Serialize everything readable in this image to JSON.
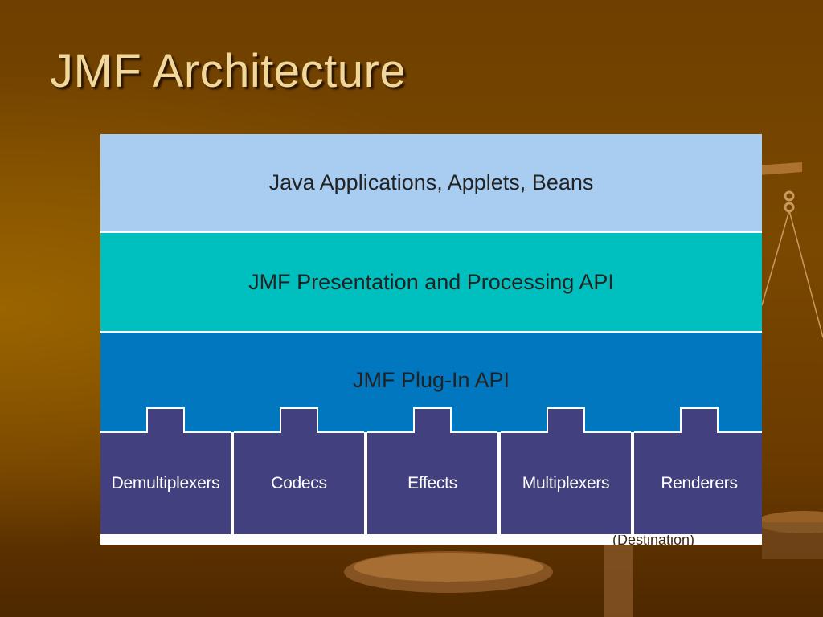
{
  "slide": {
    "title": "JMF Architecture"
  },
  "diagram": {
    "layers": {
      "applications": "Java Applications, Applets, Beans",
      "presentation": "JMF Presentation and Processing API",
      "plugin_api": "JMF Plug-In API"
    },
    "plugins": [
      "Demultiplexers",
      "Codecs",
      "Effects",
      "Multiplexers",
      "Renderers"
    ],
    "destination_note": "(Destination)",
    "colors": {
      "applications": "#a9cdf0",
      "presentation": "#00bfbf",
      "plugin_api": "#0077bf",
      "plugins": "#43407f",
      "title": "#f2d79a"
    }
  }
}
